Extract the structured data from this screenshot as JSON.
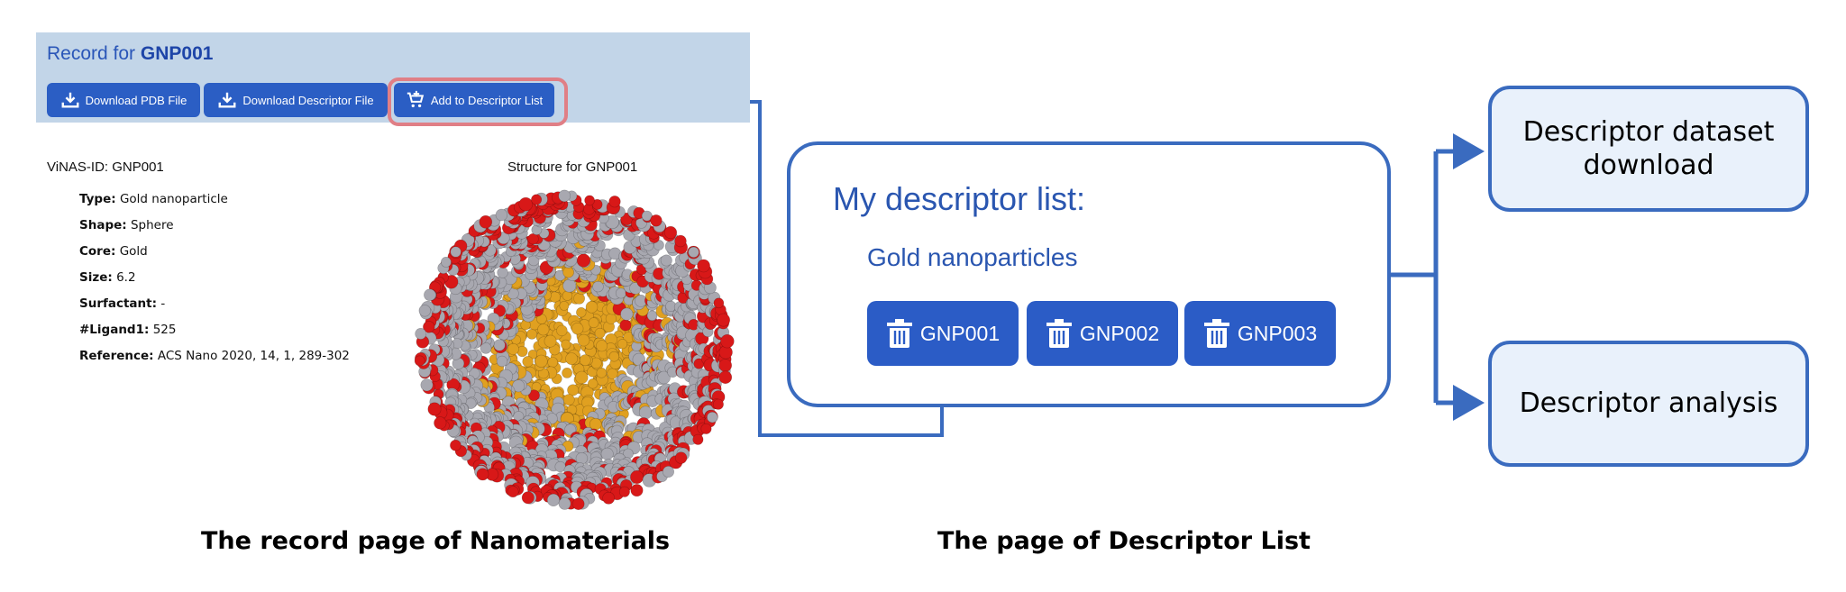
{
  "record_page": {
    "header_prefix": "Record for",
    "header_id": "GNP001",
    "buttons": {
      "download_pdb": "Download PDB File",
      "download_descriptor": "Download Descriptor File",
      "add_to_list": "Add to Descriptor List"
    },
    "vinas_id": "ViNAS-ID: GNP001",
    "fields": [
      {
        "label": "Type:",
        "value": "Gold nanoparticle"
      },
      {
        "label": "Shape:",
        "value": "Sphere"
      },
      {
        "label": "Core:",
        "value": "Gold"
      },
      {
        "label": "Size:",
        "value": "6.2"
      },
      {
        "label": "Surfactant:",
        "value": "-"
      },
      {
        "label": "#Ligand1:",
        "value": "525"
      },
      {
        "label": "Reference:",
        "value": "ACS Nano 2020, 14, 1, 289-302"
      }
    ],
    "structure_title": "Structure for GNP001",
    "caption": "The record page of Nanomaterials"
  },
  "descriptor_page": {
    "title": "My descriptor list:",
    "group": "Gold nanoparticles",
    "items": [
      "GNP001",
      "GNP002",
      "GNP003"
    ],
    "caption": "The page of Descriptor List"
  },
  "outcomes": {
    "dataset_download": "Descriptor dataset download",
    "analysis": "Descriptor analysis"
  },
  "colors": {
    "button_blue": "#2b5ec4",
    "header_bg": "#c2d5e8",
    "connector": "#3a6bbf",
    "highlight": "#e07f86",
    "gold": "#e0a020",
    "oxygen": "#d81818",
    "carbon": "#a8a8b0"
  },
  "icons": [
    "download-icon",
    "cart-add-icon",
    "trash-icon"
  ]
}
